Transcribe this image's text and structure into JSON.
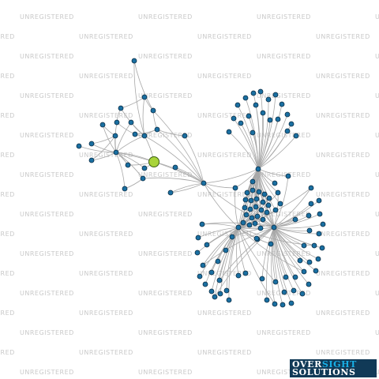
{
  "watermark_text": "UNREGISTERED",
  "logo": {
    "line1a": "OVER",
    "line1b": "SIGHT",
    "line2": "SOLUTIONS"
  },
  "colors": {
    "node_fill": "#1a6fa1",
    "node_stroke": "#0b2c44",
    "highlight_fill": "#a8d43a",
    "highlight_stroke": "#3d5f14",
    "edge": "#a8a8a8",
    "watermark": "#c9c9c9",
    "logo_bg": "#113a57",
    "logo_text_white": "#ffffff",
    "logo_text_blue": "#18b0e6"
  }
}
